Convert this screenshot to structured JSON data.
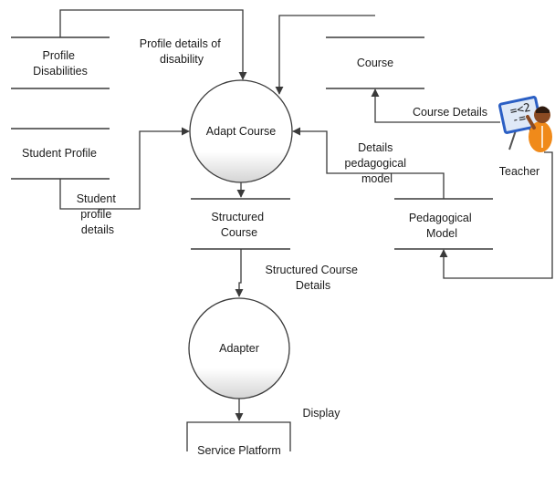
{
  "stores": {
    "profile_disabilities": [
      "Profile",
      "Disabilities"
    ],
    "student_profile": [
      "Student Profile"
    ],
    "course": [
      "Course"
    ],
    "pedagogical_model": [
      "Pedagogical",
      "Model"
    ],
    "structured_course": [
      "Structured",
      "Course"
    ]
  },
  "processes": {
    "adapt_course": "Adapt Course",
    "adapter": "Adapter"
  },
  "entity": {
    "service_platform": "Service Platform",
    "teacher": "Teacher"
  },
  "flows": {
    "profile_details_of_disability": [
      "Profile details of",
      "disability"
    ],
    "student_profile_details": [
      "Student",
      "profile",
      "details"
    ],
    "course_details": "Course Details",
    "details_pedagogical_model": [
      "Details",
      "pedagogical",
      "model"
    ],
    "structured_course_details": [
      "Structured Course",
      "Details"
    ],
    "display": "Display"
  },
  "colors": {
    "line": "#3a3a3a",
    "circle_top": "#ffffff",
    "circle_bottom": "#d4d4d4",
    "teacher_shirt": "#f08a1a",
    "board_frame": "#2b5fc4",
    "board_face": "#dfe9f7"
  }
}
